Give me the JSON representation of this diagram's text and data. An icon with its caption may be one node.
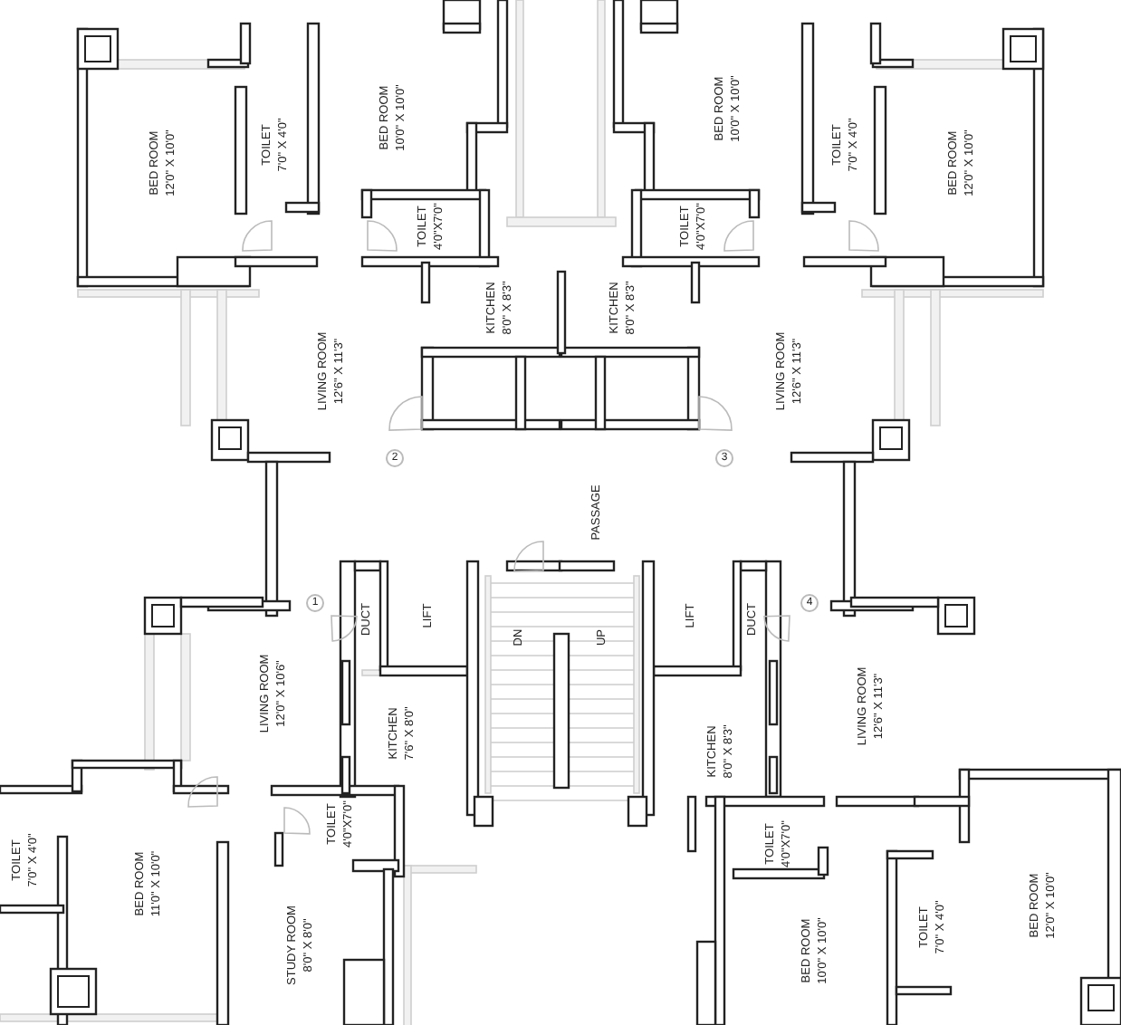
{
  "diagram": {
    "labels": [
      "BED ROOM",
      "12'0\" X 10'0\"",
      "TOILET",
      "7'0\" X 4'0\"",
      "BED ROOM",
      "10'0\" X 10'0\"",
      "TOILET",
      "4'0\"X7'0\"",
      "LIVING ROOM",
      "12'6\" X 11'3\"",
      "KITCHEN",
      "8'0\" X 8'3\"",
      "KITCHEN",
      "8'0\" X 8'3\"",
      "TOILET",
      "4'0\"X7'0\"",
      "BED ROOM",
      "10'0\" X 10'0\"",
      "TOILET",
      "7'0\" X 4'0\"",
      "BED ROOM",
      "12'0\" X 10'0\"",
      "LIVING ROOM",
      "12'6\" X 11'3\"",
      "2",
      "3",
      "PASSAGE",
      "1",
      "4",
      "DUCT",
      "LIFT",
      "DN",
      "UP",
      "LIFT",
      "DUCT",
      "LIVING ROOM",
      "12'0\" X 10'6\"",
      "KITCHEN",
      "7'6\" X 8'0\"",
      "TOILET",
      "4'0\"X7'0\"",
      "TOILET",
      "7'0\" X 4'0\"",
      "BED ROOM",
      "11'0\" X 10'0\"",
      "STUDY ROOM",
      "8'0\" X 8'0\"",
      "KITCHEN",
      "8'0\" X 8'3\"",
      "LIVING ROOM",
      "12'6\" X 11'3\"",
      "TOILET",
      "4'0\"X7'0\"",
      "BED ROOM",
      "10'0\" X 10'0\"",
      "TOILET",
      "7'0\" X 4'0\"",
      "BED ROOM",
      "12'0\" X 10'0\""
    ]
  }
}
